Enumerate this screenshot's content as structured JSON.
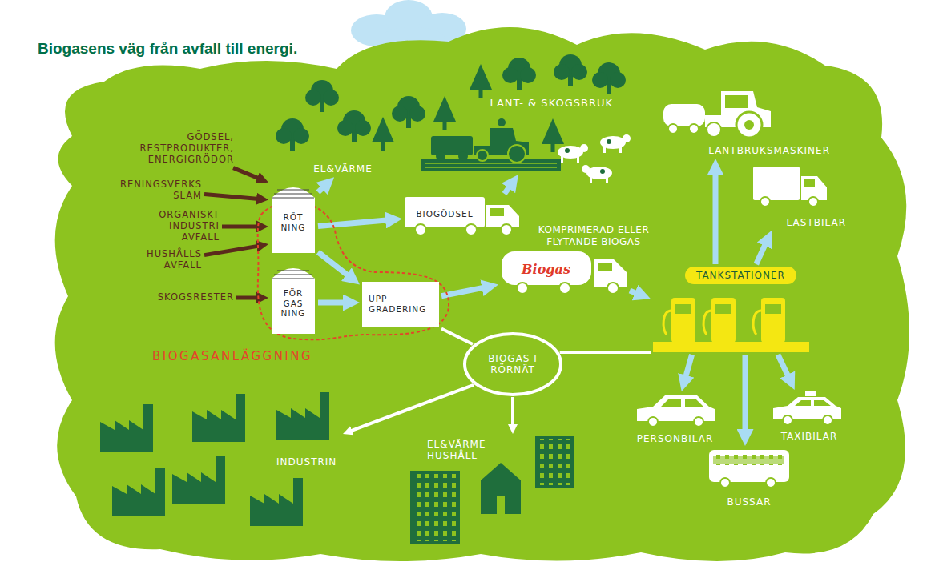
{
  "diagram": {
    "title": "Biogasens väg från avfall till energi.",
    "nodes": [
      {
        "text": [
          "GÖDSEL, RESTPRODUKTER, ENERGIGRÖDOR"
        ]
      },
      {
        "text": [
          "RENINGSVERKS SLAM"
        ]
      },
      {
        "text": [
          "ORGANISKT INDUSTRI AVFALL"
        ]
      },
      {
        "text": [
          "HUSHÅLLS AVFALL"
        ]
      },
      {
        "text": [
          "SKOGSRESTER"
        ]
      },
      {
        "text": [
          "BIOGASANLÄGGNING"
        ]
      },
      {
        "text": [
          "RÖT NING"
        ],
        "in": 5
      },
      {
        "text": [
          "FÖR GAS NING"
        ],
        "in": 5
      },
      {
        "text": [
          "UPP GRADERING"
        ],
        "in": 5
      },
      {
        "text": [
          "EL&VÄRME"
        ]
      },
      {
        "text": [
          "LANT- & SKOGSBRUK"
        ]
      },
      {
        "text": [
          "BIOGÖDSEL"
        ]
      },
      {
        "text": [
          "KOMPRIMERAD ELLER FLYTANDE BIOGAS",
          "Biogas"
        ]
      },
      {
        "text": [
          "TANKSTATIONER"
        ]
      },
      {
        "text": [
          "LANTBRUKSMASKINER"
        ]
      },
      {
        "text": [
          "LASTBILAR"
        ]
      },
      {
        "text": [
          "BIOGAS I RÖRNÄT"
        ]
      },
      {
        "text": [
          "PERSONBILAR"
        ]
      },
      {
        "text": [
          "TAXIBILAR"
        ]
      },
      {
        "text": [
          "BUSSAR"
        ]
      },
      {
        "text": [
          "INDUSTRIN"
        ]
      },
      {
        "text": [
          "EL&VÄRME HUSHÅLL"
        ]
      }
    ],
    "edges": [
      {
        "from": 0,
        "to": 6,
        "arrow": "to"
      },
      {
        "from": 1,
        "to": 6,
        "arrow": "to"
      },
      {
        "from": 2,
        "to": 6,
        "arrow": "to"
      },
      {
        "from": 3,
        "to": 6,
        "arrow": "to"
      },
      {
        "from": 4,
        "to": 7,
        "arrow": "to"
      },
      {
        "from": 6,
        "to": 9,
        "arrow": "to"
      },
      {
        "from": 6,
        "to": 11,
        "arrow": "to"
      },
      {
        "from": 6,
        "to": 8,
        "arrow": "to"
      },
      {
        "from": 7,
        "to": 8,
        "arrow": "to"
      },
      {
        "from": 11,
        "to": 10,
        "arrow": "to"
      },
      {
        "from": 8,
        "to": 12,
        "arrow": "to"
      },
      {
        "from": 12,
        "to": 13,
        "arrow": "to"
      },
      {
        "from": 13,
        "to": 14,
        "arrow": "to"
      },
      {
        "from": 13,
        "to": 15,
        "arrow": "to"
      },
      {
        "from": 13,
        "to": 17,
        "arrow": "to"
      },
      {
        "from": 13,
        "to": 19,
        "arrow": "to"
      },
      {
        "from": 13,
        "to": 18,
        "arrow": "to"
      },
      {
        "from": 8,
        "to": 16,
        "arrow": "none"
      },
      {
        "from": 16,
        "to": 13,
        "arrow": "none"
      },
      {
        "from": 16,
        "to": 20,
        "arrow": "to"
      },
      {
        "from": 16,
        "to": 21,
        "arrow": "to"
      }
    ]
  }
}
